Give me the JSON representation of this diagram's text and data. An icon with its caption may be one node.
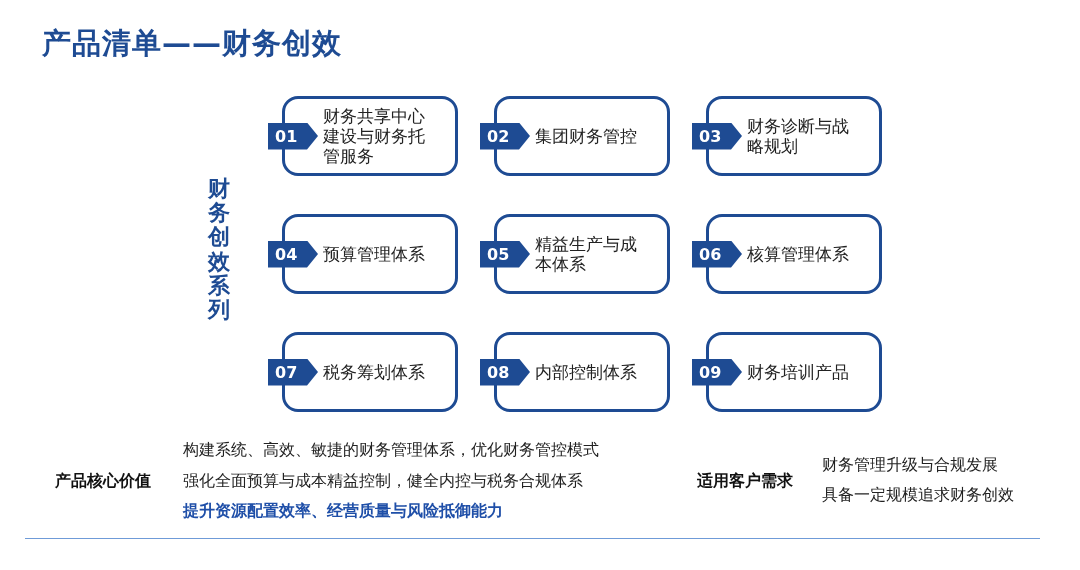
{
  "diagram": {
    "title": "产品清单——财务创效",
    "nodes": [
      {
        "text": [
          "01",
          "财务共享中心建设与财务托管服务"
        ]
      },
      {
        "text": [
          "02",
          "集团财务管控"
        ]
      },
      {
        "text": [
          "03",
          "财务诊断与战略规划"
        ]
      },
      {
        "text": [
          "04",
          "预算管理体系"
        ]
      },
      {
        "text": [
          "05",
          "精益生产与成本体系"
        ]
      },
      {
        "text": [
          "06",
          "核算管理体系"
        ]
      },
      {
        "text": [
          "07",
          "税务筹划体系"
        ]
      },
      {
        "text": [
          "08",
          "内部控制体系"
        ]
      },
      {
        "text": [
          "09",
          "财务培训产品"
        ]
      }
    ],
    "labels": [
      "财务创效系列",
      "产品核心价值",
      "构建系统、高效、敏捷的财务管理体系，优化财务管控模式",
      "强化全面预算与成本精益控制，健全内控与税务合规体系",
      "提升资源配置效率、经营质量与风险抵御能力",
      "适用客户需求",
      "财务管理升级与合规发展",
      "具备一定规模追求财务创效"
    ]
  }
}
